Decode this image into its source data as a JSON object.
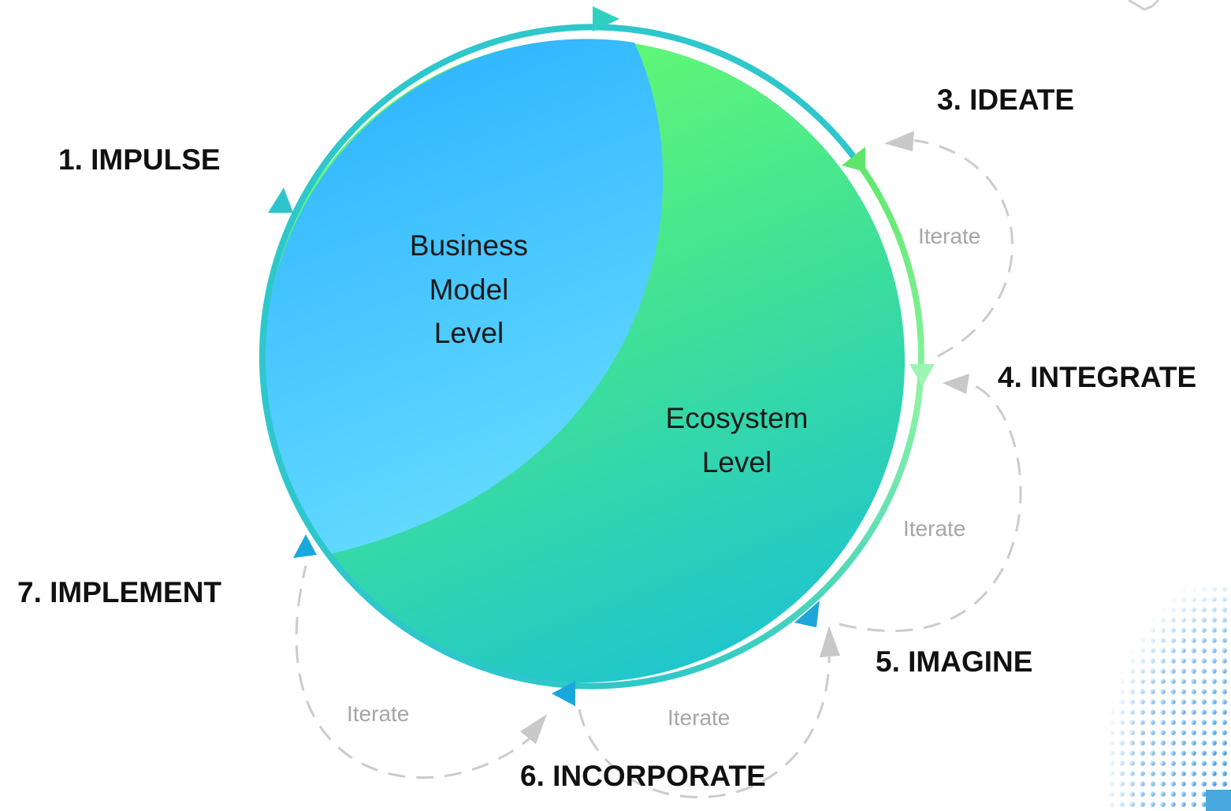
{
  "colors": {
    "business_top": "#2bb3ff",
    "business_bottom": "#5dd6ff",
    "ecosystem_top": "#66ff70",
    "ecosystem_bottom": "#22c8cc",
    "ring": "#33c9cc",
    "iterate_loop": "#c9c9c9"
  },
  "center": {
    "business_level": {
      "line1": "Business",
      "line2": "Model",
      "line3": "Level"
    },
    "ecosystem_level": {
      "line1": "Ecosystem",
      "line2": "Level"
    }
  },
  "steps": {
    "impulse": "1. IMPULSE",
    "ideate": "3. IDEATE",
    "integrate": "4. INTEGRATE",
    "imagine": "5. IMAGINE",
    "incorporate": "6. INCORPORATE",
    "implement": "7. IMPLEMENT"
  },
  "iterate": {
    "ideate_integrate": "Iterate",
    "integrate_imagine": "Iterate",
    "imagine_incorporate": "Iterate",
    "incorporate_implement": "Iterate"
  },
  "icons": {
    "corner_decoration": "halftone-dots-icon",
    "top_right": "magnifier-icon"
  }
}
